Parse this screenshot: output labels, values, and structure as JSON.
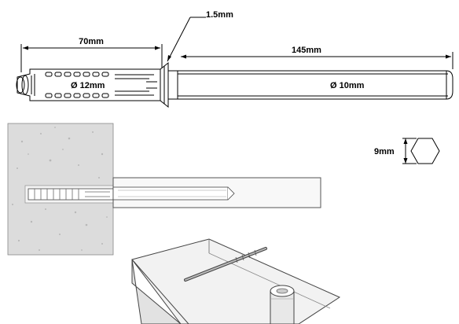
{
  "dimensions": {
    "anchor_length": "70mm",
    "collar_thickness": "1.5mm",
    "pin_length": "145mm",
    "anchor_diameter": "Ø 12mm",
    "pin_diameter": "Ø 10mm",
    "hex_size": "9mm"
  },
  "colors": {
    "line": "#000000",
    "wall": "#dcdcdc",
    "speckle": "#b8b8b8",
    "board": "#eeeeee",
    "shade": "#cfcfcf"
  }
}
